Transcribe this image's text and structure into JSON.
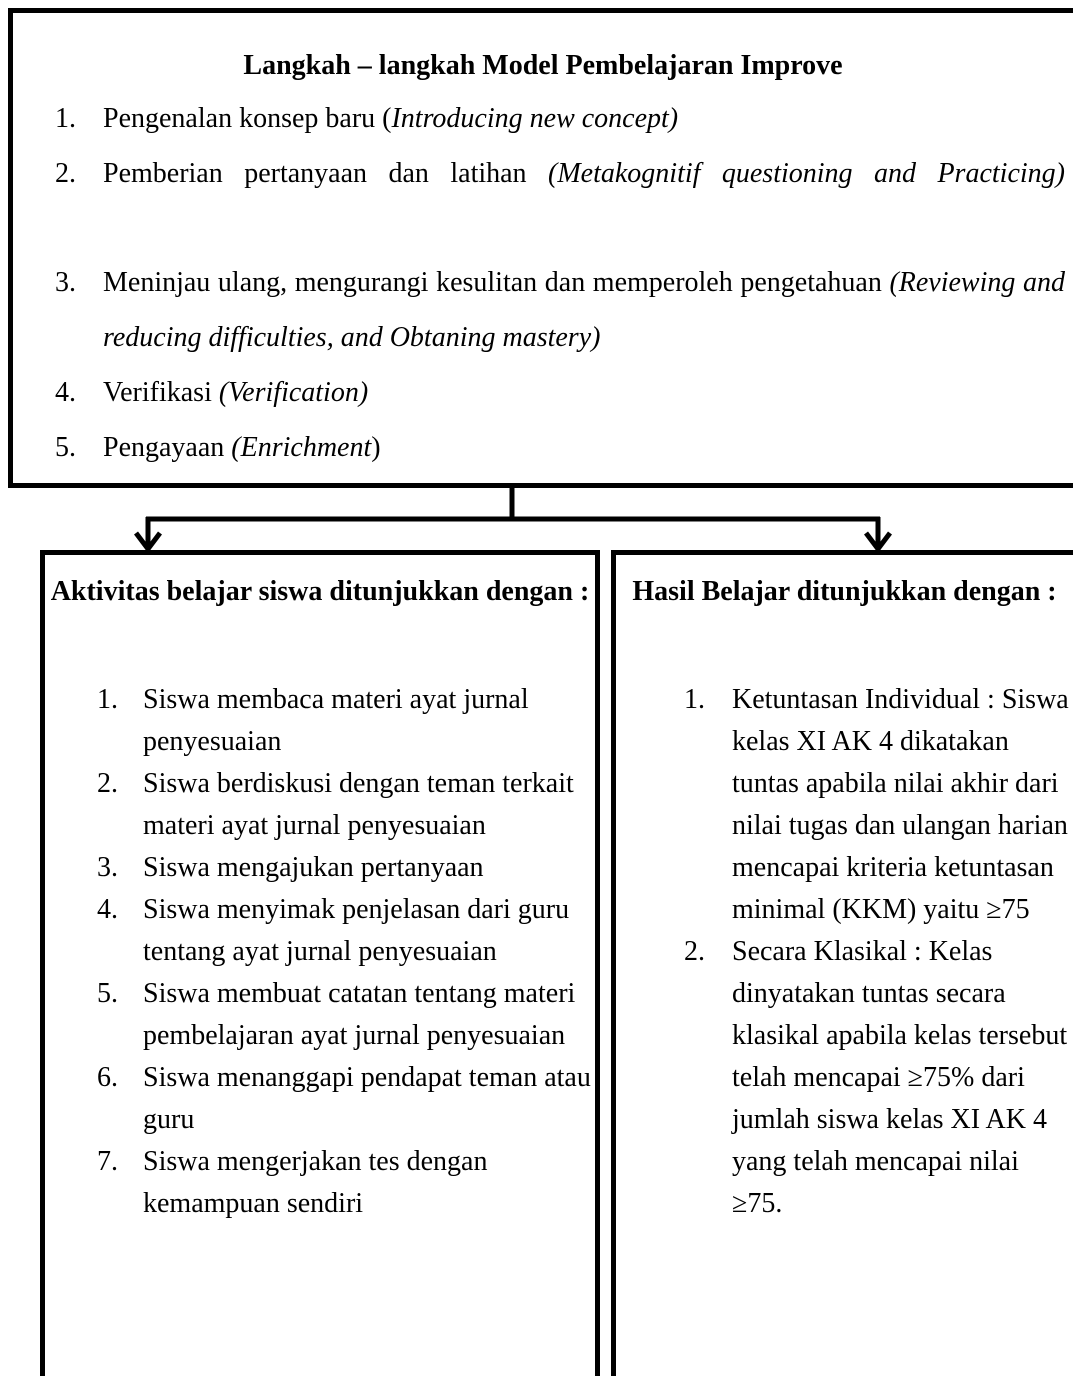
{
  "top_box": {
    "title": "Langkah – langkah Model Pembelajaran Improve",
    "steps": [
      {
        "num": "1.",
        "text": "Pengenalan konsep baru (",
        "italic": "Introducing new concept)",
        "tail": ""
      },
      {
        "num": "2.",
        "text": "Pemberian pertanyaan dan latihan ",
        "italic": "(Metakognitif questioning and Practicing)",
        "tail": ""
      },
      {
        "num": "3.",
        "text": "Meninjau ulang, mengurangi kesulitan dan memperoleh pengetahuan ",
        "italic": "(Reviewing and reducing difficulties, and Obtaning mastery)",
        "tail": ""
      },
      {
        "num": "4.",
        "text": "Verifikasi ",
        "italic": "(Verification)",
        "tail": ""
      },
      {
        "num": "5.",
        "text": "Pengayaan ",
        "italic": "(Enrichment",
        "tail": ")"
      }
    ]
  },
  "left_box": {
    "title": "Aktivitas belajar siswa ditunjukkan dengan :",
    "items": [
      {
        "num": "1.",
        "text": "Siswa membaca materi ayat jurnal penyesuaian"
      },
      {
        "num": "2.",
        "text": "Siswa berdiskusi dengan teman terkait materi ayat jurnal penyesuaian"
      },
      {
        "num": "3.",
        "text": "Siswa mengajukan pertanyaan"
      },
      {
        "num": "4.",
        "text": "Siswa menyimak penjelasan dari guru tentang ayat jurnal penyesuaian"
      },
      {
        "num": "5.",
        "text": "Siswa membuat catatan tentang materi pembelajaran ayat jurnal penyesuaian"
      },
      {
        "num": "6.",
        "text": "Siswa menanggapi pendapat teman atau guru"
      },
      {
        "num": "7.",
        "text": "Siswa mengerjakan tes dengan kemampuan sendiri"
      }
    ]
  },
  "right_box": {
    "title": "Hasil Belajar ditunjukkan dengan :",
    "items": [
      {
        "num": "1.",
        "text": "Ketuntasan Individual : Siswa kelas XI AK 4 dikatakan tuntas apabila nilai akhir dari nilai tugas dan ulangan harian mencapai kriteria ketuntasan minimal (KKM) yaitu ≥75"
      },
      {
        "num": "2.",
        "text": "Secara Klasikal : Kelas dinyatakan tuntas secara klasikal apabila kelas tersebut telah mencapai ≥75% dari jumlah siswa kelas XI AK 4 yang telah mencapai nilai ≥75."
      }
    ]
  }
}
